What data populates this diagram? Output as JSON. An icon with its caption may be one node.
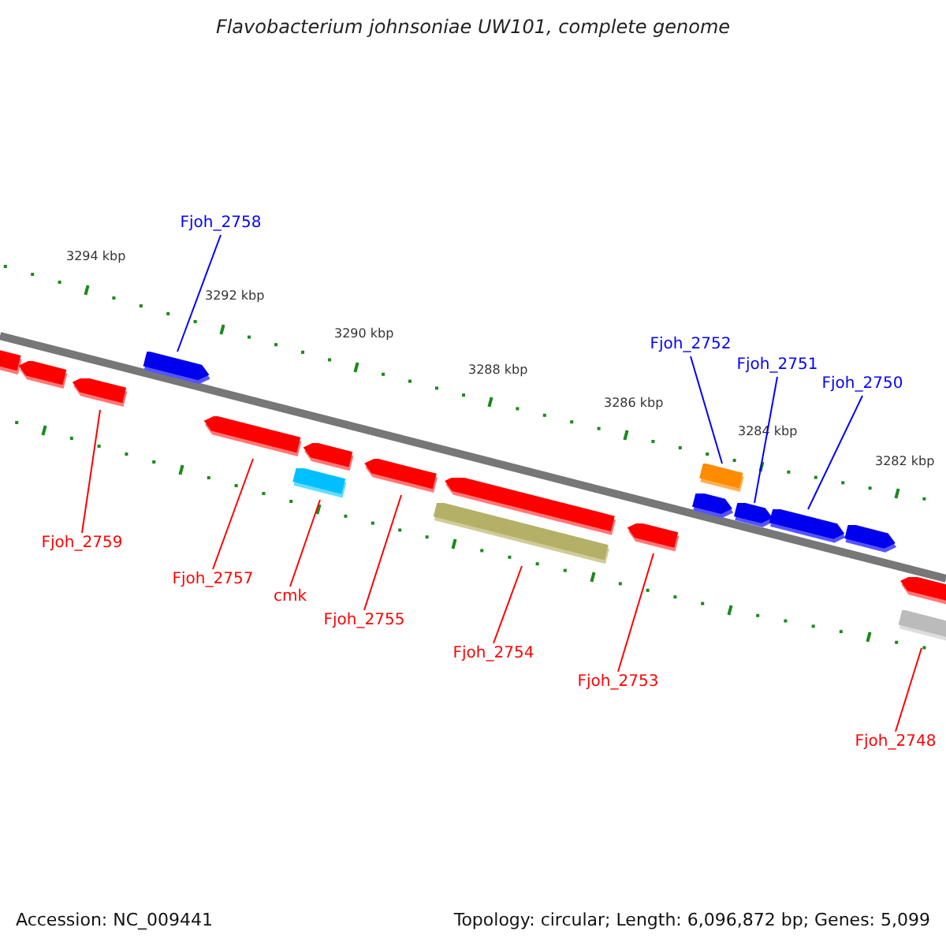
{
  "diagram": {
    "title": "Flavobacterium johnsoniae UW101, complete genome",
    "nodes": [
      {
        "text": [
          "Fjoh_2758"
        ]
      },
      {
        "text": [
          "Fjoh_2752"
        ]
      },
      {
        "text": [
          "Fjoh_2751"
        ]
      },
      {
        "text": [
          "Fjoh_2750"
        ]
      },
      {
        "text": [
          "Fjoh_2759"
        ]
      },
      {
        "text": [
          "Fjoh_2757"
        ]
      },
      {
        "text": [
          "cmk"
        ]
      },
      {
        "text": [
          "Fjoh_2755"
        ]
      },
      {
        "text": [
          "Fjoh_2754"
        ]
      },
      {
        "text": [
          "Fjoh_2753"
        ]
      },
      {
        "text": [
          "Fjoh_2748"
        ]
      },
      {
        "text": [],
        "shape": "pentagon"
      },
      {
        "text": [],
        "shape": "pentagon"
      },
      {
        "text": [],
        "shape": "pentagon"
      },
      {
        "text": [],
        "shape": "pentagon"
      },
      {
        "text": [],
        "shape": "pentagon"
      },
      {
        "text": [],
        "shape": "pentagon"
      },
      {
        "text": [],
        "shape": "bar"
      },
      {
        "text": [],
        "shape": "pentagon"
      },
      {
        "text": [],
        "shape": "bar"
      },
      {
        "text": [],
        "shape": "pentagon"
      },
      {
        "text": [],
        "shape": "pentagon"
      },
      {
        "text": [],
        "shape": "bar"
      },
      {
        "text": [],
        "shape": "pentagon"
      },
      {
        "text": [],
        "shape": "pentagon"
      },
      {
        "text": [],
        "shape": "pentagon"
      },
      {
        "text": [],
        "shape": "pentagon"
      },
      {
        "text": [],
        "shape": "pentagon"
      },
      {
        "text": [],
        "shape": "bar"
      }
    ],
    "edges": [
      {
        "from": 0,
        "to": 14,
        "arrow": "none",
        "color": "#0000ff"
      },
      {
        "from": 1,
        "to": 22,
        "arrow": "none",
        "color": "#0000ff"
      },
      {
        "from": 2,
        "to": 24,
        "arrow": "none",
        "color": "#0000ff"
      },
      {
        "from": 3,
        "to": 25,
        "arrow": "none",
        "color": "#0000ff"
      },
      {
        "from": 4,
        "to": 13,
        "arrow": "none"
      },
      {
        "from": 5,
        "to": 15,
        "arrow": "none"
      },
      {
        "from": 6,
        "to": 17,
        "arrow": "none"
      },
      {
        "from": 7,
        "to": 18,
        "arrow": "none"
      },
      {
        "from": 8,
        "to": 19,
        "arrow": "none"
      },
      {
        "from": 9,
        "to": 21,
        "arrow": "none"
      },
      {
        "from": 10,
        "to": 28,
        "arrow": "none"
      }
    ],
    "labels": [
      "3294 kbp",
      "3292 kbp",
      "3290 kbp",
      "3288 kbp",
      "3286 kbp",
      "3284 kbp",
      "3282 kbp",
      "Accession: NC_009441",
      "Topology: circular; Length: 6,096,872 bp; Genes: 5,099"
    ]
  }
}
